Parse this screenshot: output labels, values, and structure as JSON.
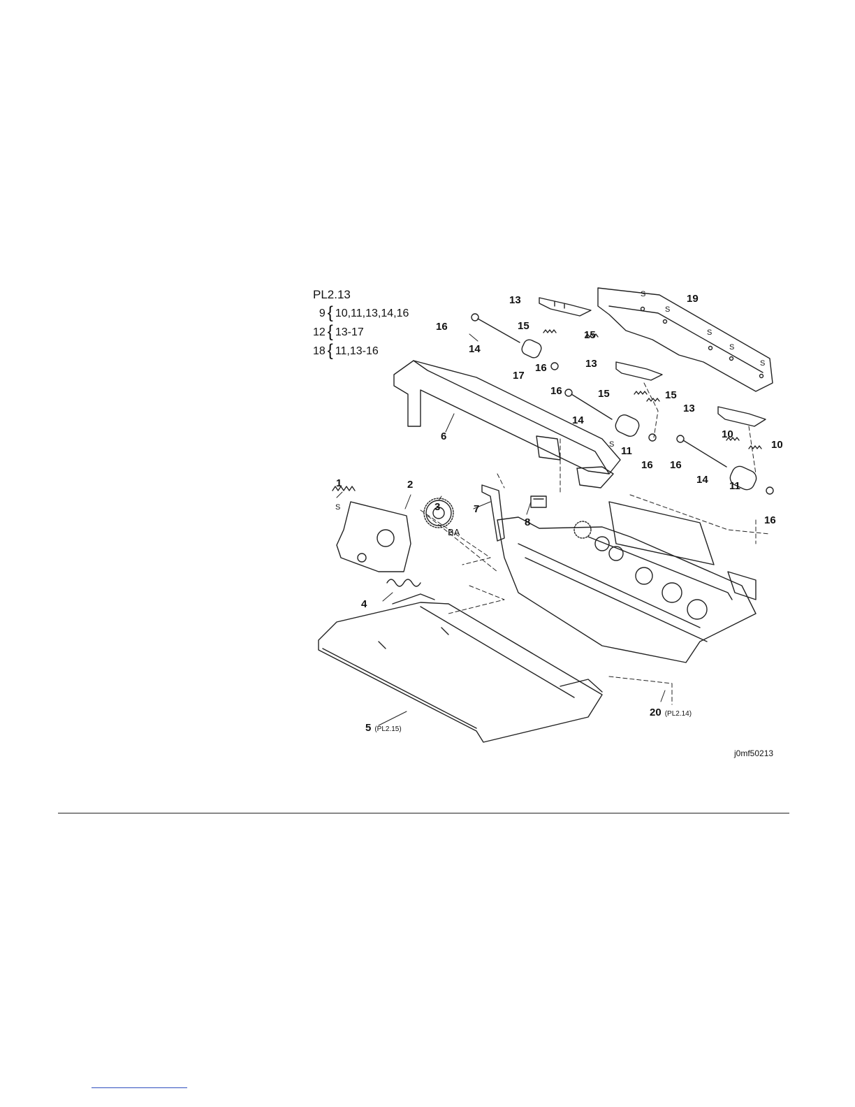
{
  "legend": {
    "title": "PL2.13",
    "rows": [
      {
        "parent": "9",
        "children": "10,11,13,14,16"
      },
      {
        "parent": "12",
        "children": "13-17"
      },
      {
        "parent": "18",
        "children": "11,13-16"
      }
    ]
  },
  "callouts": {
    "c1": "1",
    "c2": "2",
    "c3": "3",
    "c4": "4",
    "c5": "5",
    "c6": "6",
    "c7": "7",
    "c8": "8",
    "c10a": "10",
    "c10b": "10",
    "c11a": "11",
    "c11b": "11",
    "c13a": "13",
    "c13b": "13",
    "c13c": "13",
    "c14a": "14",
    "c14b": "14",
    "c14c": "14",
    "c15a": "15",
    "c15b": "15",
    "c15c": "15",
    "c15d": "15",
    "c16a": "16",
    "c16b": "16",
    "c16c": "16",
    "c16d": "16",
    "c16e": "16",
    "c16f": "16",
    "c17": "17",
    "c19": "19",
    "c20": "20",
    "ba": "BA"
  },
  "refs": {
    "ref5": "(PL2.15)",
    "ref20": "(PL2.14)"
  },
  "figure_code": "j0mf50213",
  "s_mark": "S"
}
